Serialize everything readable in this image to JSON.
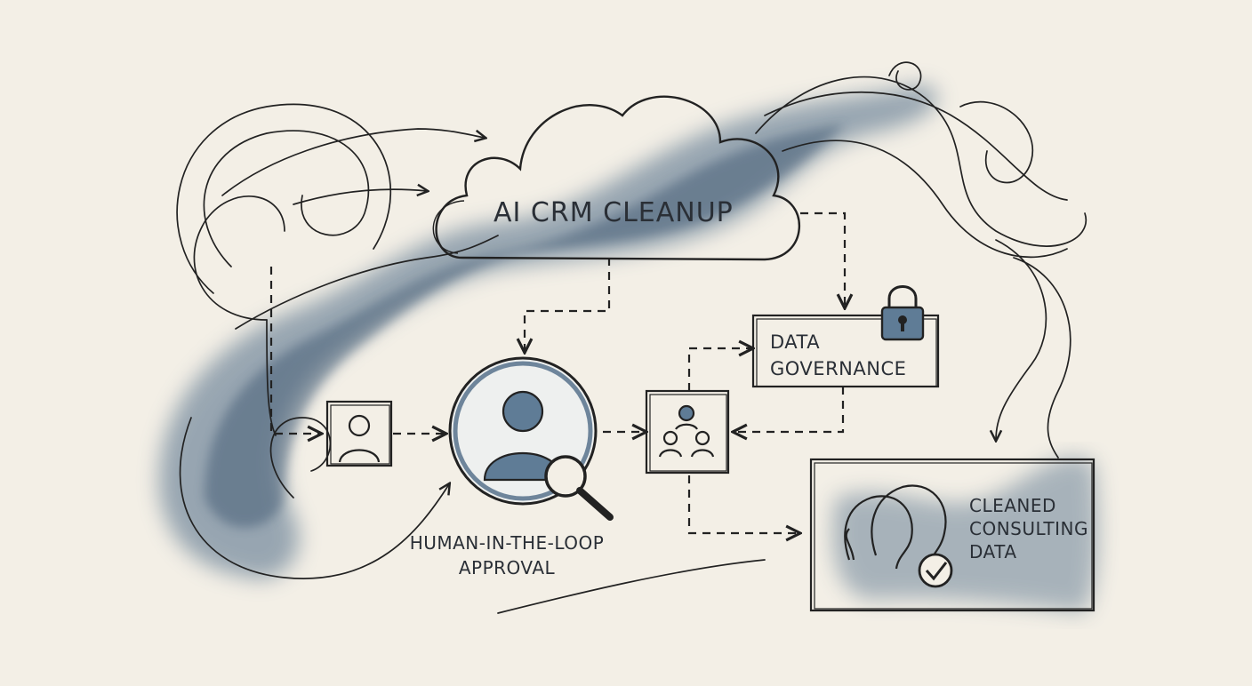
{
  "diagram": {
    "title": "AI CRM CLEANUP",
    "nodes": {
      "data_governance": [
        "DATA",
        "GOVERNANCE"
      ],
      "human_in_the_loop": [
        "HUMAN-IN-THE-LOOP",
        "APPROVAL"
      ],
      "cleaned_data": [
        "CLEANED",
        "CONSULTING",
        "DATA"
      ]
    },
    "icons": {
      "cloud": "cloud-icon",
      "lock": "padlock-icon",
      "user": "user-icon",
      "review": "magnifier-user-icon",
      "team": "team-icon",
      "profile": "head-profile-check-icon"
    },
    "colors": {
      "ink": "#2a2f36",
      "wash": "#4d6a86",
      "paper": "#f3efe6"
    }
  }
}
